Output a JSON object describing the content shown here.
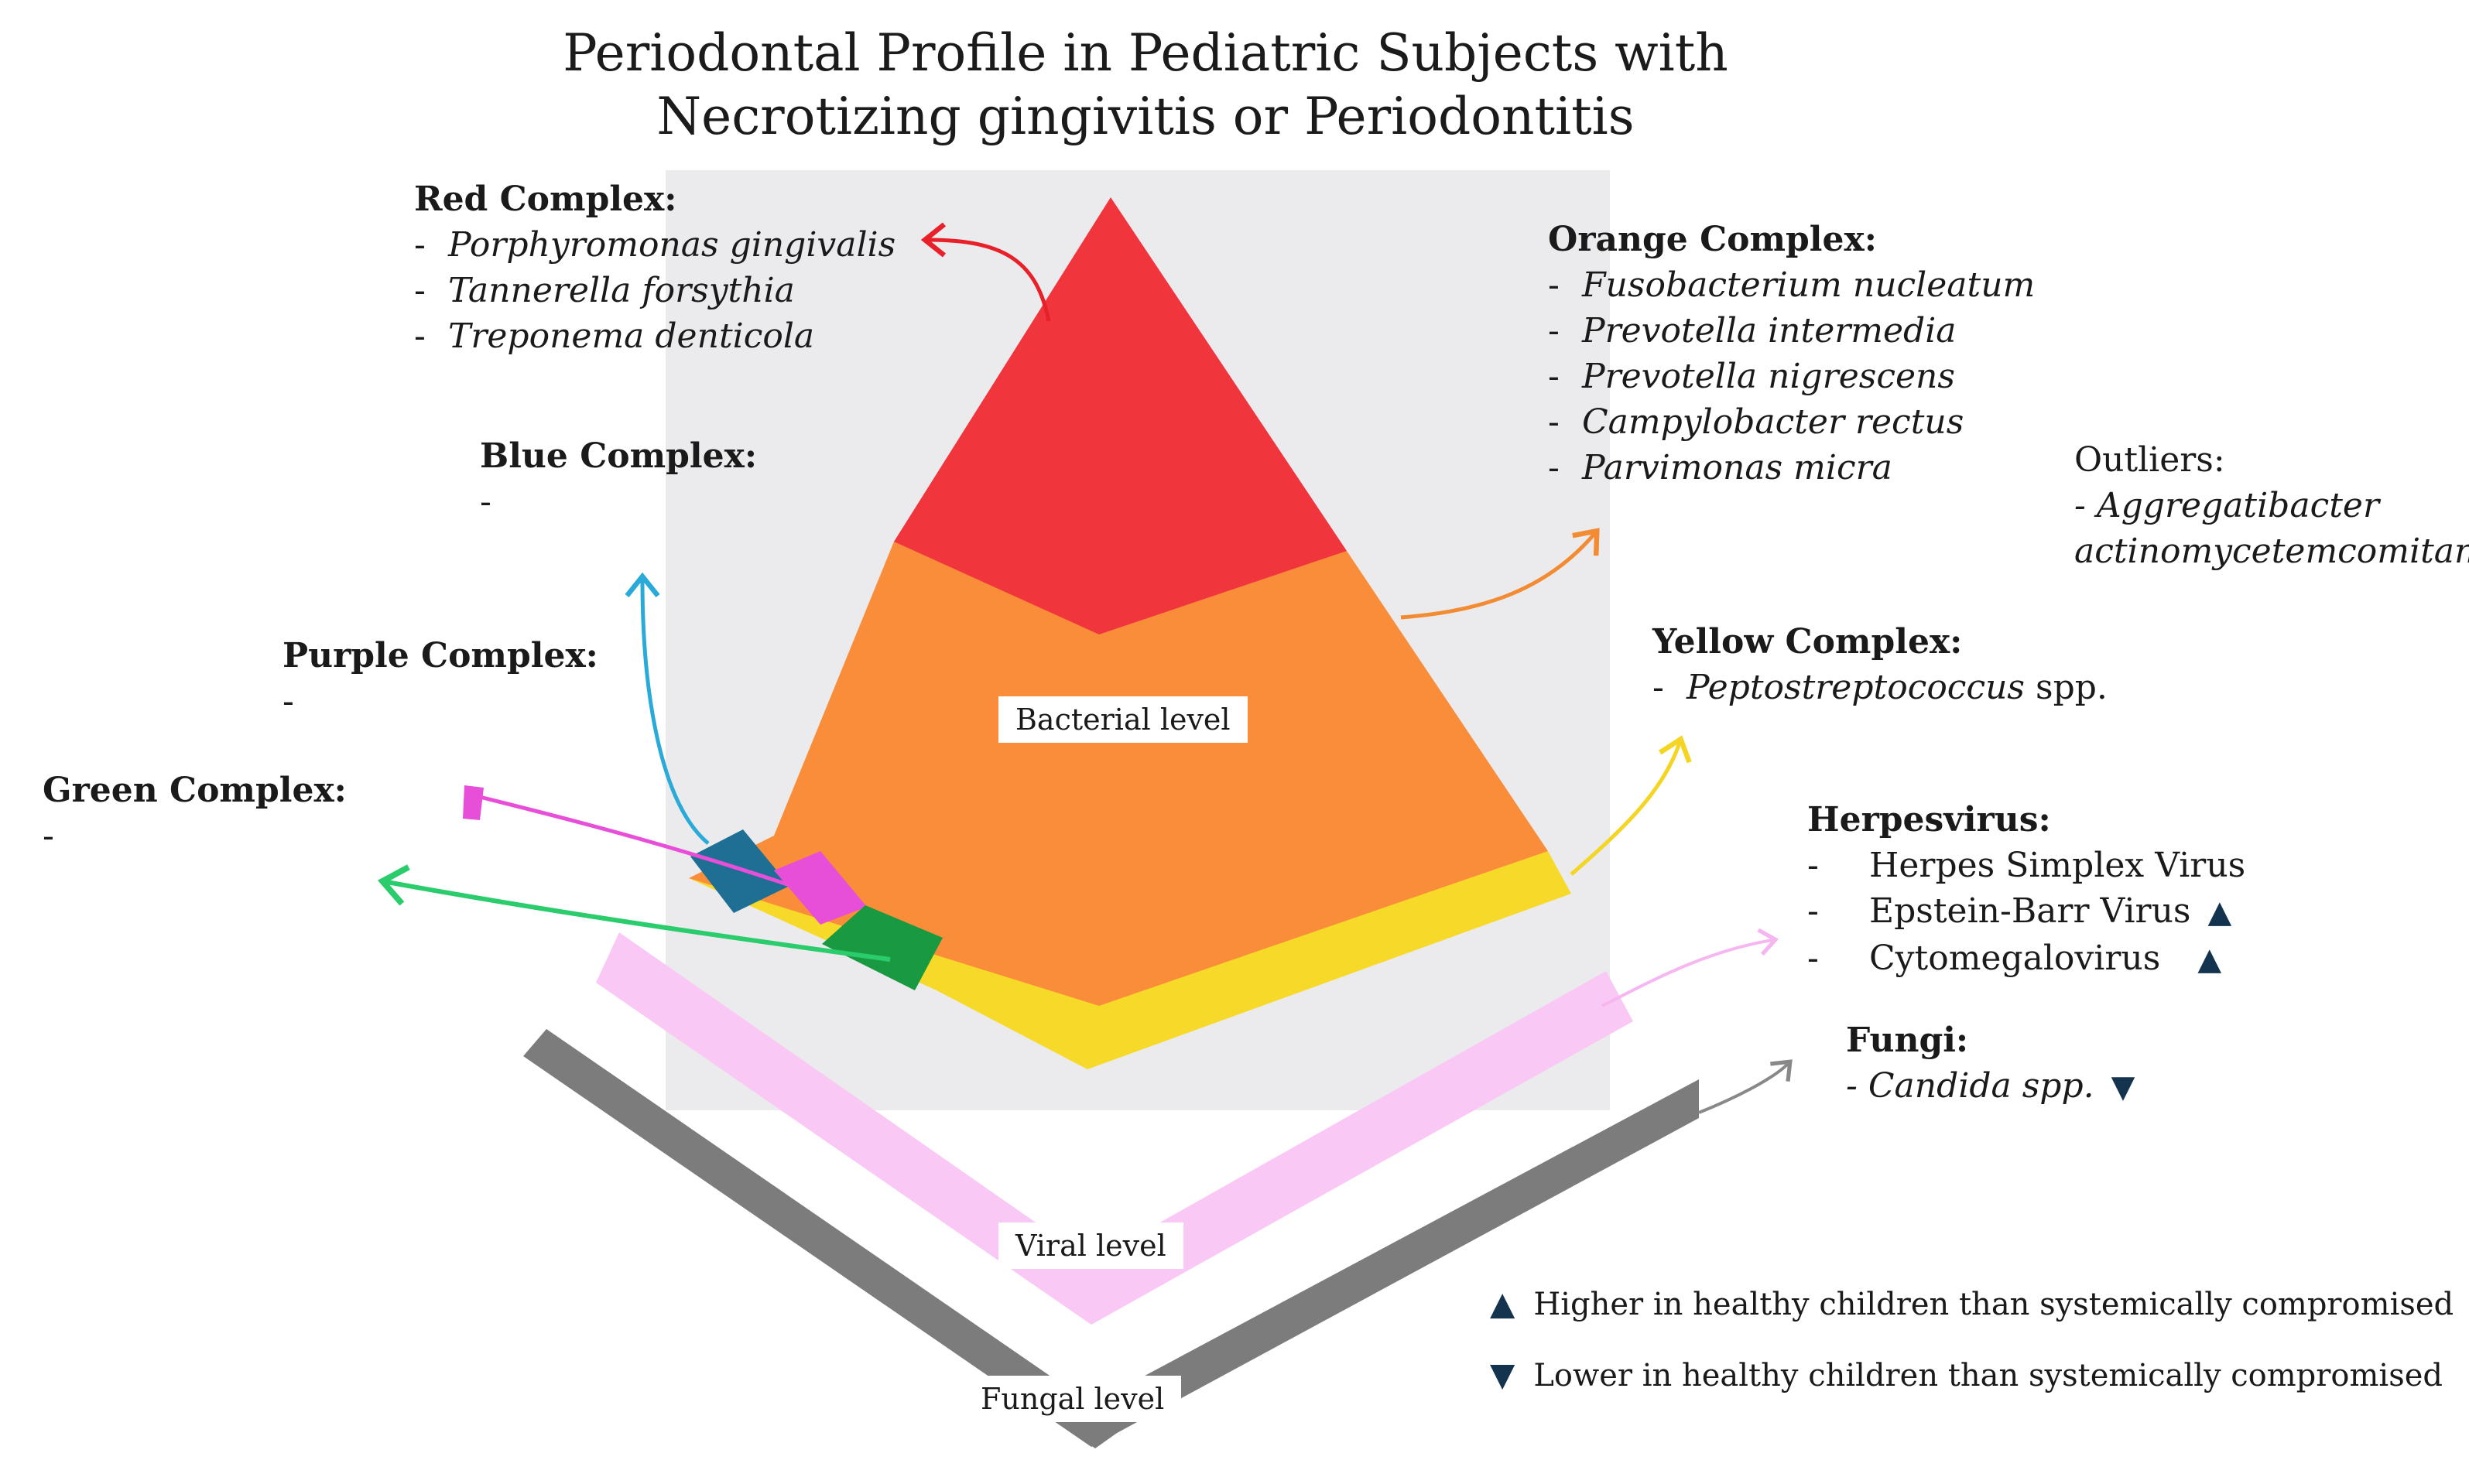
{
  "title": {
    "line1": "Periodontal Profile in Pediatric Subjects with",
    "line2": "Necrotizing gingivitis or Periodontitis"
  },
  "levels": {
    "bacterial": "Bacterial level",
    "viral": "Viral level",
    "fungal": "Fungal level"
  },
  "complexes": {
    "red": {
      "heading": "Red Complex:",
      "items": [
        "Porphyromonas gingivalis",
        "Tannerella forsythia",
        "Treponema denticola"
      ],
      "color": "#f0353d"
    },
    "orange": {
      "heading": "Orange Complex:",
      "items": [
        "Fusobacterium nucleatum",
        "Prevotella intermedia",
        "Prevotella nigrescens",
        "Campylobacter rectus",
        "Parvimonas micra"
      ],
      "color": "#f98d3a"
    },
    "blue": {
      "heading": "Blue Complex:",
      "items": [
        "-"
      ],
      "color": "#1f6f95"
    },
    "purple": {
      "heading": "Purple Complex:",
      "items": [
        "-"
      ],
      "color": "#e84fd8"
    },
    "green": {
      "heading": "Green Complex:",
      "items": [
        "-"
      ],
      "color": "#1a9a40"
    },
    "yellow": {
      "heading": "Yellow Complex:",
      "items": [
        {
          "italic": "Peptostreptococcus",
          "plain": "spp."
        }
      ],
      "color": "#f7d92a"
    }
  },
  "outliers": {
    "heading": "Outliers:",
    "items": [
      "- Aggregatibacter",
      "actinomycetemcomitans"
    ]
  },
  "herpesvirus": {
    "heading": "Herpesvirus:",
    "items": [
      {
        "name": "Herpes Simplex Virus",
        "trend": ""
      },
      {
        "name": "Epstein-Barr Virus",
        "trend": "up"
      },
      {
        "name": "Cytomegalovirus",
        "trend": "up"
      }
    ],
    "color": "#f8c8f4"
  },
  "fungi": {
    "heading": "Fungi:",
    "item": "- Candida spp.",
    "trend": "down",
    "color": "#777777"
  },
  "legend": {
    "up_symbol": "▲",
    "up_text": "Higher in healthy children than systemically compromised",
    "down_symbol": "▼",
    "down_text": "Lower in healthy children than systemically compromised"
  }
}
